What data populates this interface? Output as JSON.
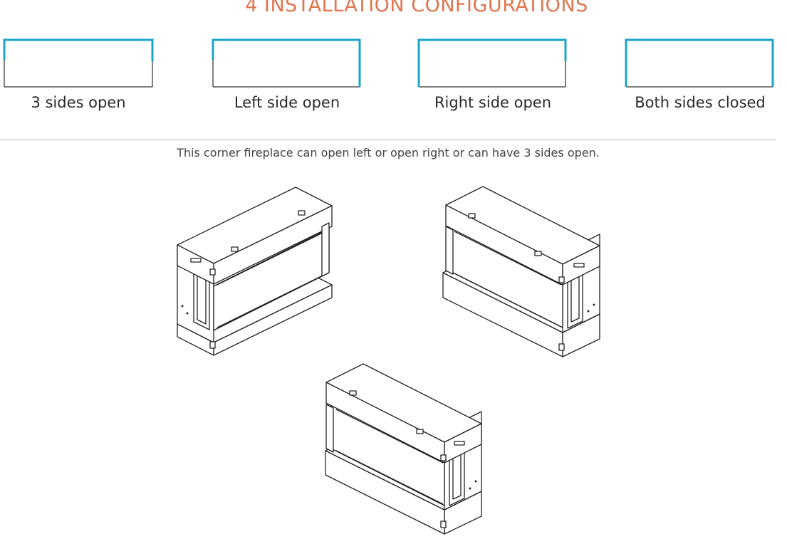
{
  "heading": "4 INSTALLATION CONFIGURATIONS",
  "configurations": [
    {
      "label": "3 sides open",
      "open_left": true,
      "open_right": true
    },
    {
      "label": "Left side open",
      "open_left": true,
      "open_right": false
    },
    {
      "label": "Right side open",
      "open_left": false,
      "open_right": true
    },
    {
      "label": "Both sides closed",
      "open_left": false,
      "open_right": false
    }
  ],
  "caption": "This corner fireplace can open left or open right or can have 3 sides open.",
  "colors": {
    "heading": "#e0744d",
    "glass_edge": "#1aa6c8",
    "wall_edge": "#555555"
  }
}
